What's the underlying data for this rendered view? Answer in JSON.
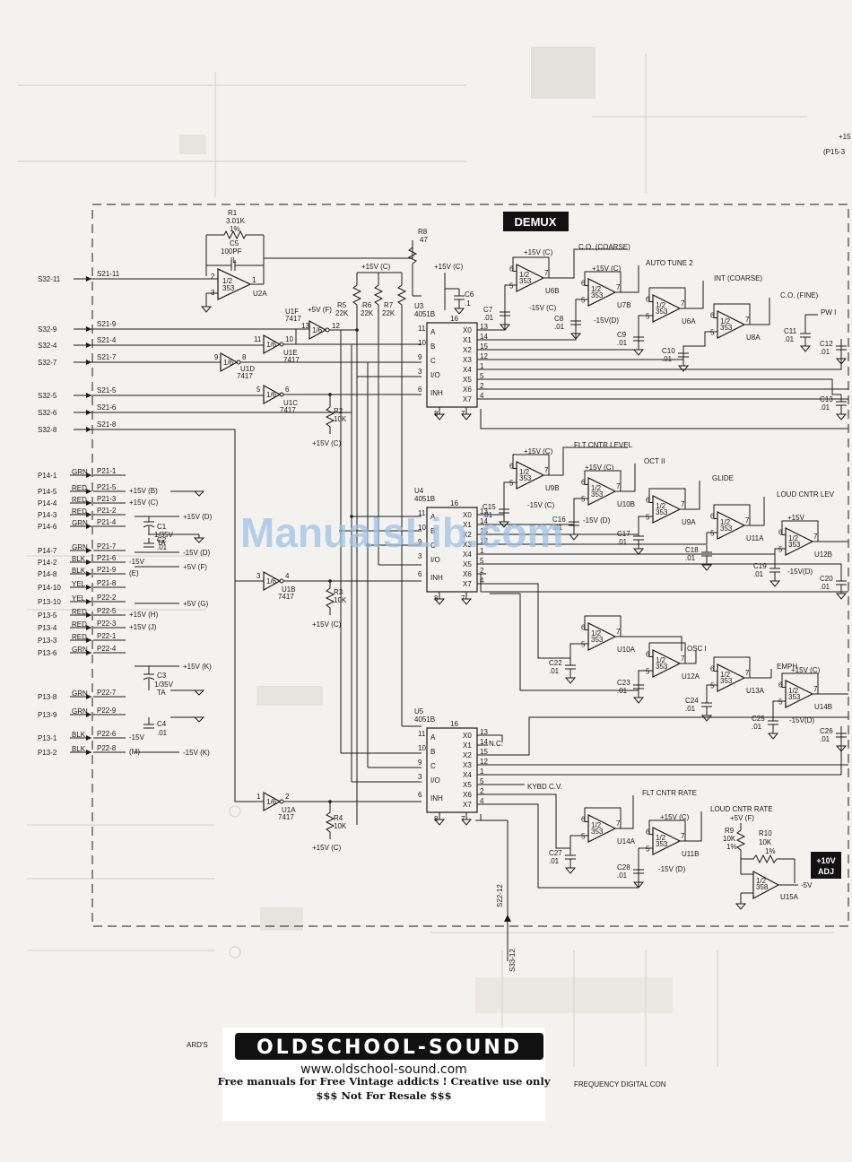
{
  "title": "DEMUX",
  "watermark": "ManualsLib.com",
  "footer": {
    "logo": "OLDSCHOOL-SOUND",
    "url": "www.oldschool-sound.com",
    "line1": "Free manuals for Free Vintage addicts ! Creative use only",
    "line2": "$$$ Not For Resale $$$"
  },
  "ghost_text": {
    "right_plus": "+15",
    "right_pin": "(P15-3",
    "bottom_left": "ARD'S",
    "bottom_mid": "FREQUENCY DIGITAL CON"
  },
  "left_inputs": [
    {
      "src": "S32-11",
      "dst": "S21-11"
    },
    {
      "src": "S32-9",
      "dst": "S21-9"
    },
    {
      "src": "S32-4",
      "dst": "S21-4"
    },
    {
      "src": "S32-7",
      "dst": "S21-7"
    },
    {
      "src": "S32-5",
      "dst": "S21-5"
    },
    {
      "src": "S32-6",
      "dst": "S21-6"
    },
    {
      "src": "S32-8",
      "dst": "S21-8"
    }
  ],
  "p14": [
    {
      "src": "P14-1",
      "c": "GRN",
      "dst": "P21-1",
      "v": ""
    },
    {
      "src": "P14-5",
      "c": "RED",
      "dst": "P21-5",
      "v": "+15V (B)"
    },
    {
      "src": "P14-4",
      "c": "RED",
      "dst": "P21-3",
      "v": "+15V (C)"
    },
    {
      "src": "P14-3",
      "c": "RED",
      "dst": "P21-2",
      "v": ""
    },
    {
      "src": "P14-6",
      "c": "GRN",
      "dst": "P21-4",
      "v": ""
    },
    {
      "src": "P14-7",
      "c": "GRN",
      "dst": "P21-7",
      "v": ""
    },
    {
      "src": "P14-2",
      "c": "BLK",
      "dst": "P21-6",
      "v": "-15V"
    },
    {
      "src": "P14-8",
      "c": "BLK",
      "dst": "P21-9",
      "v": "(E)"
    },
    {
      "src": "P14-10",
      "c": "YEL",
      "dst": "P21-8",
      "v": ""
    }
  ],
  "p13": [
    {
      "src": "P13-10",
      "c": "YEL",
      "dst": "P22-2",
      "v": ""
    },
    {
      "src": "P13-5",
      "c": "RED",
      "dst": "P22-5",
      "v": "+15V (H)"
    },
    {
      "src": "P13-4",
      "c": "RED",
      "dst": "P22-3",
      "v": "+15V (J)"
    },
    {
      "src": "P13-3",
      "c": "RED",
      "dst": "P22-1",
      "v": ""
    },
    {
      "src": "P13-6",
      "c": "GRN",
      "dst": "P22-4",
      "v": ""
    },
    {
      "src": "P13-8",
      "c": "GRN",
      "dst": "P22-7",
      "v": ""
    },
    {
      "src": "P13-9",
      "c": "GRN",
      "dst": "P22-9",
      "v": ""
    },
    {
      "src": "P13-1",
      "c": "BLK",
      "dst": "P22-6",
      "v": "-15V"
    },
    {
      "src": "P13-2",
      "c": "BLK",
      "dst": "P22-8",
      "v": "(M)"
    }
  ],
  "rails": {
    "r1": "+5V (G)",
    "r2": "+15V (D)",
    "r3": "-15V (D)",
    "r4": "+5V (F)",
    "r5": "+15V (K)",
    "r6": "-15V (K)",
    "r7": "+5V (G)"
  },
  "caps_left": {
    "c1a": "C1",
    "c1b": "1/35V",
    "c1c": "TA",
    "c2a": "C2",
    "c2b": ".01",
    "c3a": "C3",
    "c3b": "1/35V",
    "c3c": "TA",
    "c4a": "C4",
    "c4b": ".01"
  },
  "r1c5": {
    "r1": "R1",
    "r1v": "3.01K",
    "r1t": "1%",
    "c5": "C5",
    "c5v": "100PF",
    "c5t": "IL"
  },
  "u2a": {
    "half": "1/2",
    "part": "353",
    "ref": "U2A"
  },
  "buffers": {
    "u1f": "U1F",
    "u1f_p": "7417",
    "u1f_f": "1/6",
    "u1f_v": "+5V (F)",
    "u1e": "U1E",
    "u1e_p": "7417",
    "u1e_f": "1/6",
    "u1d": "U1D",
    "u1d_p": "7417",
    "u1d_f": "1/6",
    "u1c": "U1C",
    "u1c_p": "7417",
    "u1c_f": "1/6",
    "u1b": "U1B",
    "u1b_p": "7417",
    "u1b_f": "1/6",
    "u1a": "U1A",
    "u1a_p": "7417",
    "u1a_f": "1/6"
  },
  "resistors": {
    "r5": "R5",
    "r5v": "22K",
    "r6": "R6",
    "r6v": "22K",
    "r7": "R7",
    "r7v": "22K",
    "r8": "R8",
    "r8v": "47",
    "r2": "R2",
    "r2v": "10K",
    "r3": "R3",
    "r3v": "10K",
    "r4": "R4",
    "r4v": "10K",
    "p15c": "+15V (C)",
    "p15c2": "+15V (C)",
    "p15c3": "+15V (C)",
    "p15c4": "+15V (C)",
    "p15c5": "+15V (C)"
  },
  "u3": {
    "ref": "U3",
    "part": "4051B",
    "pin16": "16"
  },
  "u4": {
    "ref": "U4",
    "part": "4051B",
    "pin16": "16"
  },
  "u5": {
    "ref": "U5",
    "part": "4051B",
    "pin16": "16"
  },
  "mux_left_pins": [
    "A",
    "B",
    "C",
    "I/O",
    "INH"
  ],
  "mux_right_pins": [
    "X0",
    "X1",
    "X2",
    "X3",
    "X4",
    "X5",
    "X6",
    "X7"
  ],
  "c6": {
    "ref": "C6",
    "val": ".1"
  },
  "nc": "N.C.",
  "signals": {
    "co_coarse": "C.O. (COARSE)",
    "auto_tune": "AUTO TUNE 2",
    "int_coarse": "INT (COARSE)",
    "co_fine": "C.O. (FINE)",
    "pw1": "PW I",
    "flt_level": "FLT CNTR LEVEL",
    "oct": "OCT II",
    "glide": "GLIDE",
    "loud_level": "LOUD CNTR LEV",
    "osc1": "OSC I",
    "emph": "EMPH",
    "kybd": "KYBD C.V.",
    "flt_rate": "FLT CNTR RATE",
    "loud_rate": "LOUD CNTR RATE",
    "minus5": "-5V",
    "s22": "S22-12",
    "s33": "S33-12"
  },
  "opamps": {
    "u6b": "U6B",
    "u7b": "U7B",
    "u8a": "U8A",
    "u6a": "U6A",
    "u9b": "U9B",
    "u10b": "U10B",
    "u9a": "U9A",
    "u11a": "U11A",
    "u12b": "U12B",
    "u10a": "U10A",
    "u12a": "U12A",
    "u13a": "U13A",
    "u14b": "U14B",
    "u14a": "U14A",
    "u11b": "U11B",
    "u15a": "U15A"
  },
  "opamp_half": "1/2",
  "opamp_part": "353",
  "opamp_part358": "358",
  "caps_right": {
    "c7": "C7",
    "c8": "C8",
    "c9": "C9",
    "c10": "C10",
    "c11": "C11",
    "c12": "C12",
    "c13": "C13",
    "c15": "C15",
    "c16": "C16",
    "c17": "C17",
    "c18": "C18",
    "c19": "C19",
    "c20": "C20",
    "c22": "C22",
    "c23": "C23",
    "c24": "C24",
    "c25": "C25",
    "c26": "C26",
    "c27": "C27",
    "c28": "C28",
    "val": ".01"
  },
  "supply": {
    "p15c": "+15V (C)",
    "m15c": "-15V (C)",
    "m15d": "-15V (D)",
    "p15": "+15V",
    "m15vd": "-15V(D)",
    "p15cc": "+15V (C)",
    "m15cc": "-15V(C)",
    "p5f": "+5V (F)"
  },
  "r9r10": {
    "r9": "R9",
    "r9v": "10K",
    "r9t": "1%",
    "r10": "R10",
    "r10v": "10K",
    "r10t": "1%"
  },
  "adj": {
    "l1": "+10V",
    "l2": "ADJ"
  }
}
